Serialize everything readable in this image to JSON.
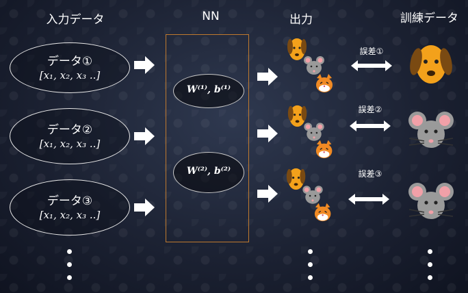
{
  "headers": {
    "input": "入力データ",
    "nn": "NN",
    "output": "出力",
    "training": "訓練データ"
  },
  "inputs": [
    {
      "label": "データ①",
      "vector": "[x₁, x₂, x₃ ..]"
    },
    {
      "label": "データ②",
      "vector": "[x₁, x₂, x₃ ..]"
    },
    {
      "label": "データ③",
      "vector": "[x₁, x₂, x₃ ..]"
    }
  ],
  "nn_params": [
    {
      "text": "W⁽¹⁾, b⁽¹⁾"
    },
    {
      "text": "W⁽²⁾, b⁽²⁾"
    }
  ],
  "errors": [
    "誤差①",
    "誤差②",
    "誤差③"
  ],
  "training_targets": [
    "dog-icon",
    "mouse-icon",
    "mouse-icon"
  ],
  "output_icons": [
    "dog-icon",
    "mouse-icon",
    "cat-icon"
  ],
  "colors": {
    "nn_box_border": "#c07a2e",
    "dog": "#f3a11b",
    "dog_ear": "#7a4a12",
    "mouse": "#9a9a9a",
    "mouse_ear_inner": "#f1a0a8",
    "cat": "#f08a24"
  }
}
